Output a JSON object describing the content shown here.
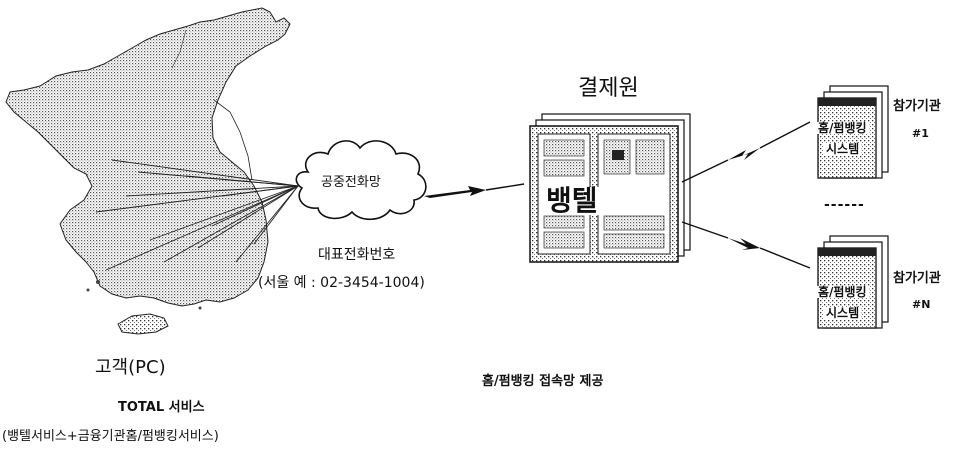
{
  "customer": {
    "label": "고객(PC)",
    "service_title": "TOTAL 서비스",
    "service_desc": "(뱅텔서비스+금융기관홈/펌뱅킹서비스)"
  },
  "network": {
    "cloud_label": "공중전화망",
    "rep_number_label": "대표전화번호",
    "rep_number_example": "(서울 예 : 02-3454-1004)"
  },
  "center": {
    "title": "결제원",
    "system_label": "뱅텔",
    "access_label": "홈/펌뱅킹 접속망 제공"
  },
  "institutions": [
    {
      "system_line1": "홈/펌뱅킹",
      "system_line2": "시스템",
      "name": "참가기관",
      "number": "#1"
    },
    {
      "system_line1": "홈/펌뱅킹",
      "system_line2": "시스템",
      "name": "참가기관",
      "number": "#N"
    }
  ],
  "ellipsis": "------"
}
